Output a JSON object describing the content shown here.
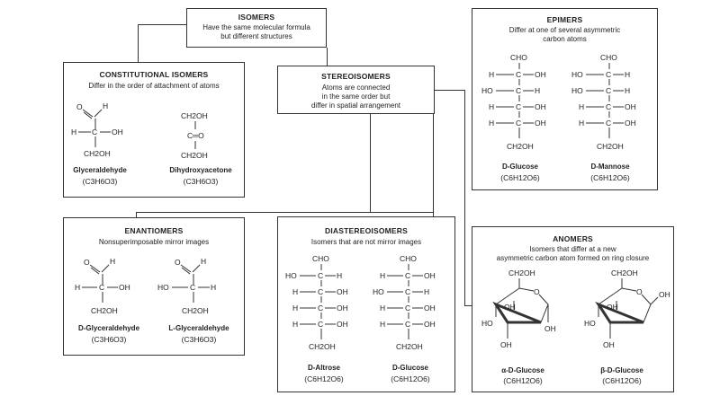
{
  "isomers": {
    "title": "ISOMERS",
    "desc": [
      "Have the same molecular formula",
      "but different structures"
    ]
  },
  "constitutional": {
    "title": "CONSTITUTIONAL ISOMERS",
    "desc": [
      "Differ in the order of attachment of atoms"
    ],
    "mol1": {
      "name": "Glyceraldehyde",
      "formula": "(C3H6O3)"
    },
    "mol2": {
      "name": "Dihydroxyacetone",
      "formula": "(C3H6O3)"
    }
  },
  "stereo": {
    "title": "STEREOISOMERS",
    "desc": [
      "Atoms are connected",
      "in the same order but",
      "differ in spatial arrangement"
    ]
  },
  "enantiomers": {
    "title": "ENANTIOMERS",
    "desc": [
      "Nonsuperimposable mirror images"
    ],
    "mol1": {
      "name": "D-Glyceraldehyde",
      "formula": "(C3H6O3)"
    },
    "mol2": {
      "name": "L-Glyceraldehyde",
      "formula": "(C3H6O3)"
    }
  },
  "diastereo": {
    "title": "DIASTEREOISOMERS",
    "desc": [
      "Isomers that are not mirror images"
    ],
    "mol1": {
      "name": "D-Altrose",
      "formula": "(C6H12O6)"
    },
    "mol2": {
      "name": "D-Glucose",
      "formula": "(C6H12O6)"
    }
  },
  "epimers": {
    "title": "EPIMERS",
    "desc": [
      "Differ at one of several asymmetric",
      "carbon atoms"
    ],
    "mol1": {
      "name": "D-Glucose",
      "formula": "(C6H12O6)"
    },
    "mol2": {
      "name": "D-Mannose",
      "formula": "(C6H12O6)"
    }
  },
  "anomers": {
    "title": "ANOMERS",
    "desc": [
      "Isomers that differ at a new",
      "asymmetric carbon atom formed on ring closure"
    ],
    "mol1": {
      "name": "α-D-Glucose",
      "formula": "(C6H12O6)"
    },
    "mol2": {
      "name": "β-D-Glucose",
      "formula": "(C6H12O6)"
    }
  },
  "labels": {
    "cho": "CHO",
    "ch2oh": "CH2OH",
    "oh": "OH",
    "ho": "HO",
    "h": "H",
    "c": "C",
    "o": "O",
    "ceq": "C═O"
  }
}
